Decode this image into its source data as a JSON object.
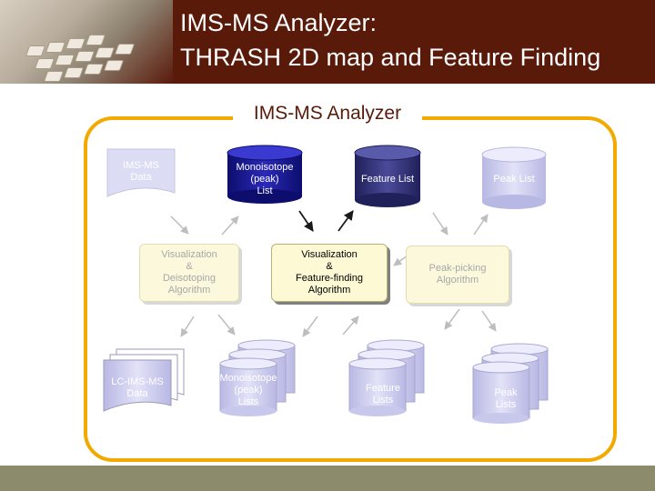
{
  "header": {
    "title_line1": "IMS-MS Analyzer:",
    "title_line2": "THRASH 2D map and Feature Finding"
  },
  "frame": {
    "title": "IMS-MS Analyzer"
  },
  "nodes": {
    "ims_ms_data": {
      "line1": "IMS-MS",
      "line2": "Data"
    },
    "monoisotope_list": {
      "line1": "Monoisotope",
      "line2": "(peak)",
      "line3": "List"
    },
    "feature_list": {
      "label": "Feature List"
    },
    "peak_list": {
      "label": "Peak List"
    },
    "vis_deisotoping": {
      "line1": "Visualization",
      "line2": "&",
      "line3": "Deisotoping",
      "line4": "Algorithm"
    },
    "vis_feature_finding": {
      "line1": "Visualization",
      "line2": "&",
      "line3": "Feature-finding",
      "line4": "Algorithm"
    },
    "peak_picking": {
      "line1": "Peak-picking",
      "line2": "Algorithm"
    },
    "lc_ims_ms_data": {
      "line1": "LC-IMS-MS",
      "line2": "Data"
    },
    "monoisotope_lists": {
      "line1": "Monoisotope",
      "line2": "(peak)",
      "line3": "Lists"
    },
    "feature_lists": {
      "line1": "Feature",
      "line2": "Lists"
    },
    "peak_lists": {
      "line1": "Peak",
      "line2": "Lists"
    }
  },
  "colors": {
    "header_bg": "#5a1a0a",
    "frame_border": "#f2a900",
    "active_db": "#1a1a8c",
    "dim_db": "#c8c8ec",
    "footer": "#8c8c6c"
  }
}
